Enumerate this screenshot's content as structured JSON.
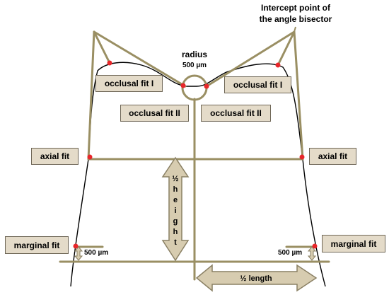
{
  "diagram": {
    "title_line1": "Intercept point of",
    "title_line2": "the angle bisector",
    "radius_label": "radius",
    "radius_value": "500 µm",
    "labels": {
      "occlusal_fit_1_left": "occlusal fit I",
      "occlusal_fit_1_right": "occlusal fit I",
      "occlusal_fit_2_left": "occlusal fit II",
      "occlusal_fit_2_right": "occlusal fit II",
      "axial_fit_left": "axial fit",
      "axial_fit_right": "axial fit",
      "marginal_fit_left": "marginal fit",
      "marginal_fit_right": "marginal fit"
    },
    "offset_left": "500 µm",
    "offset_right": "500 µm",
    "half_height_letters": [
      "½",
      "h",
      "e",
      "i",
      "g",
      "h",
      "t"
    ],
    "half_length_label": "½ length",
    "colors": {
      "line_olive": "#9a8f63",
      "box_fill": "#e4dbc9",
      "box_border": "#6f6757",
      "arrow_fill": "#d7ccb0",
      "arrow_stroke": "#8a8064",
      "point_red": "#e8262a",
      "outline_black": "#000000"
    }
  }
}
